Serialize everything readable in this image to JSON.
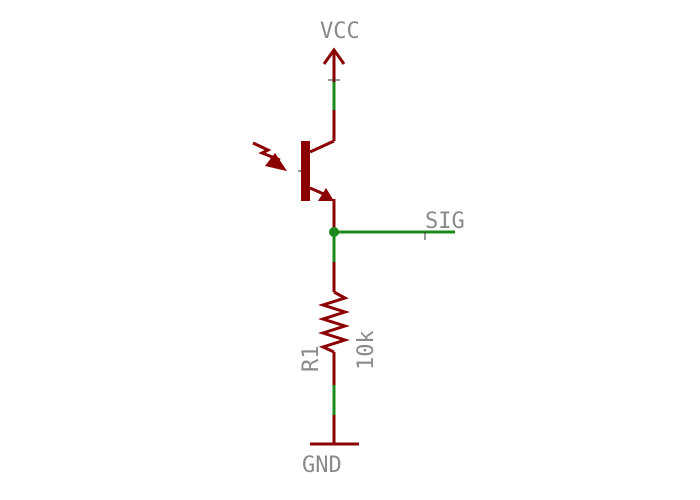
{
  "labels": {
    "vcc": "VCC",
    "sig": "SIG",
    "gnd": "GND",
    "resistor_name": "R1",
    "resistor_value": "10k"
  },
  "colors": {
    "component": "#8b0000",
    "net": "#1a8a1a",
    "text": "#8a8a8a"
  }
}
